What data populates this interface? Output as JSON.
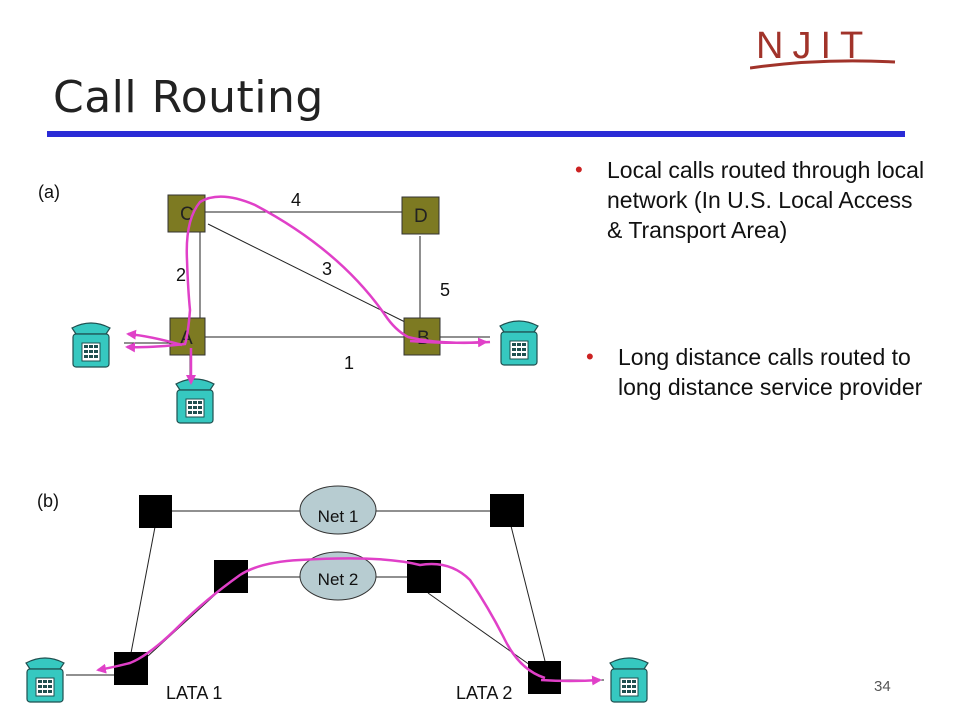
{
  "title": "Call Routing",
  "logo_text": "NJIT",
  "bullets": [
    "Local calls routed through local network (In U.S. Local Access & Transport Area)",
    "Long distance calls routed to long distance service provider"
  ],
  "bullet_marker": "•",
  "diagram_a": {
    "label": "(a)",
    "nodes": [
      "C",
      "D",
      "A",
      "B"
    ],
    "links": {
      "c_d": "4",
      "c_a": "2",
      "c_b": "3",
      "d_b": "5",
      "a_b": "1"
    }
  },
  "diagram_b": {
    "label": "(b)",
    "networks": [
      "Net 1",
      "Net 2"
    ],
    "lata_labels": [
      "LATA 1",
      "LATA 2"
    ]
  },
  "page_number": "34",
  "colors": {
    "title_bar": "#2a2bd6",
    "logo": "#a1332a",
    "route": "#e040c8",
    "node_fill": "#7d7a22",
    "net_fill": "#b7ccd1",
    "phone_fill": "#36c8c0"
  }
}
